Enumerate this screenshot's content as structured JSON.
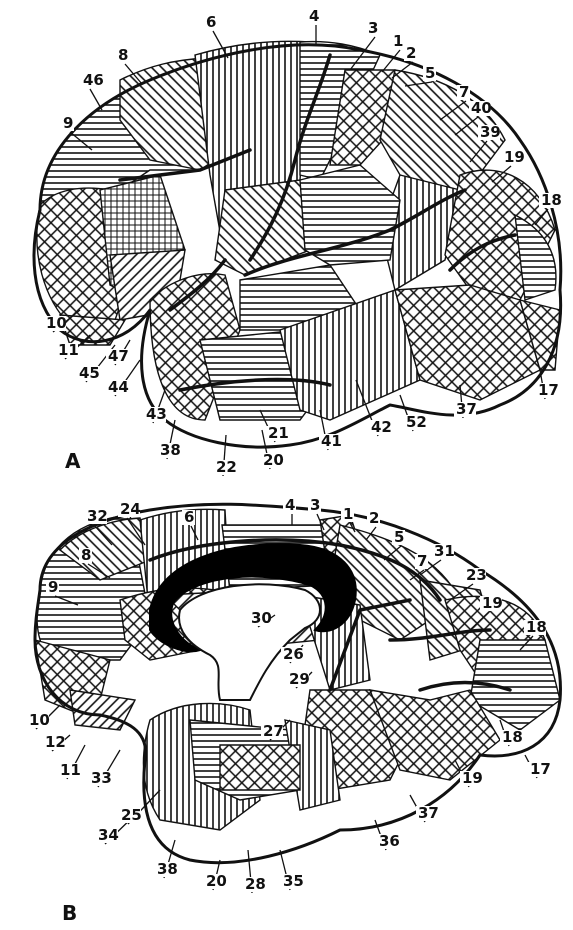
{
  "panels": [
    {
      "id": "A",
      "letter": "A",
      "labels": [
        "1",
        "2",
        "3",
        "4",
        "5",
        "6",
        "7",
        "8",
        "9",
        "10",
        "11",
        "17",
        "18",
        "19",
        "20",
        "21",
        "22",
        "37",
        "38",
        "39",
        "40",
        "41",
        "42",
        "43",
        "44",
        "45",
        "46",
        "47",
        "52"
      ]
    },
    {
      "id": "B",
      "letter": "B",
      "labels": [
        "1",
        "2",
        "3",
        "4",
        "5",
        "6",
        "7",
        "8",
        "9",
        "10",
        "11",
        "12",
        "17",
        "18",
        "18",
        "19",
        "19",
        "20",
        "23",
        "24",
        "25",
        "26",
        "27",
        "28",
        "29",
        "30",
        "31",
        "32",
        "33",
        "34",
        "35",
        "36",
        "37",
        "38"
      ]
    }
  ]
}
